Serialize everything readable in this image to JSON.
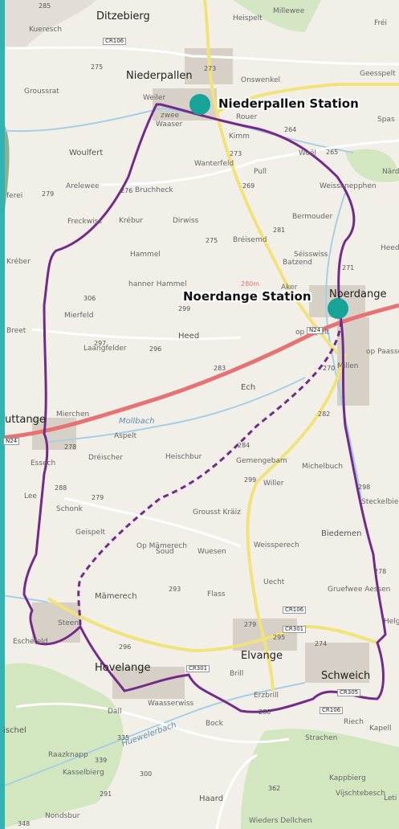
{
  "colors": {
    "route": "#742a88",
    "station": "#17a398",
    "water": "#a6cfe6",
    "main_road": "#e57373",
    "secondary_road": "#f2e27a",
    "forest": "#c9e3b5"
  },
  "stations": [
    {
      "name": "Niederpallen Station"
    },
    {
      "name": "Noerdange Station"
    }
  ],
  "towns": [
    "Ditzebierg",
    "Niederpallen",
    "Noerdange",
    "Elvange",
    "Schweich",
    "Hovelange",
    "uttange"
  ],
  "localities": [
    "Kueresch",
    "Heispelt",
    "Millewee",
    "Fréi",
    "Groussrat",
    "Onswenkel",
    "Geesspelt",
    "Weiler",
    "Rouer",
    "zwee",
    "Waaser",
    "Kimm",
    "Spas",
    "Woulfert",
    "Wanterfeld",
    "Pull",
    "Woël",
    "Närd",
    "Arelewee",
    "Bruchheck",
    "Weissknepphen",
    "ferei",
    "Freckwiss",
    "Krébur",
    "Dirwiss",
    "Bermouder",
    "Kréber",
    "Hammel",
    "Bréisemd",
    "Séisswiss",
    "Heede",
    "Batzend",
    "hanner Hammel",
    "Aker",
    "Mierfeld",
    "Breet",
    "Heed",
    "op Popelt",
    "op Paasse",
    "Laangfelder",
    "Millen",
    "Ech",
    "Mierchen",
    "Mollbach",
    "Aspelt",
    "Essech",
    "Dréischer",
    "Heischbur",
    "Gemengebam",
    "Michelbuch",
    "Lee",
    "Willer",
    "Steckelbierg",
    "Schonk",
    "Grousst Kräiz",
    "Geispelt",
    "Soud",
    "Wuesen",
    "Biedemen",
    "Weissperech",
    "Op Mämerech",
    "Mämerech",
    "Flass",
    "Uecht",
    "Gruefwee Aessen",
    "Helge",
    "Eschefeld",
    "Steen",
    "Brill",
    "Erzbrill",
    "Dall",
    "Waasserwiss",
    "Bock",
    "Riech",
    "Kapell",
    "Strachen",
    "Raazknapp",
    "Kasselbierg",
    "Nondsbur",
    "Kappbierg",
    "Vijschtebesch",
    "Haard",
    "Wieders Dellchen",
    "Leti",
    "Huewelerbach",
    "ischel"
  ],
  "road_labels": [
    "CR106",
    "N24",
    "CR301",
    "CR305"
  ],
  "elevations": [
    "285",
    "273",
    "275",
    "264",
    "265",
    "273",
    "276",
    "279",
    "269",
    "275",
    "271",
    "281",
    "306",
    "299",
    "297",
    "296",
    "283",
    "270",
    "282",
    "284",
    "278",
    "288",
    "299",
    "279",
    "298",
    "293",
    "278",
    "274",
    "295",
    "296",
    "288",
    "279",
    "335",
    "339",
    "300",
    "291",
    "348",
    "362",
    "280m"
  ]
}
